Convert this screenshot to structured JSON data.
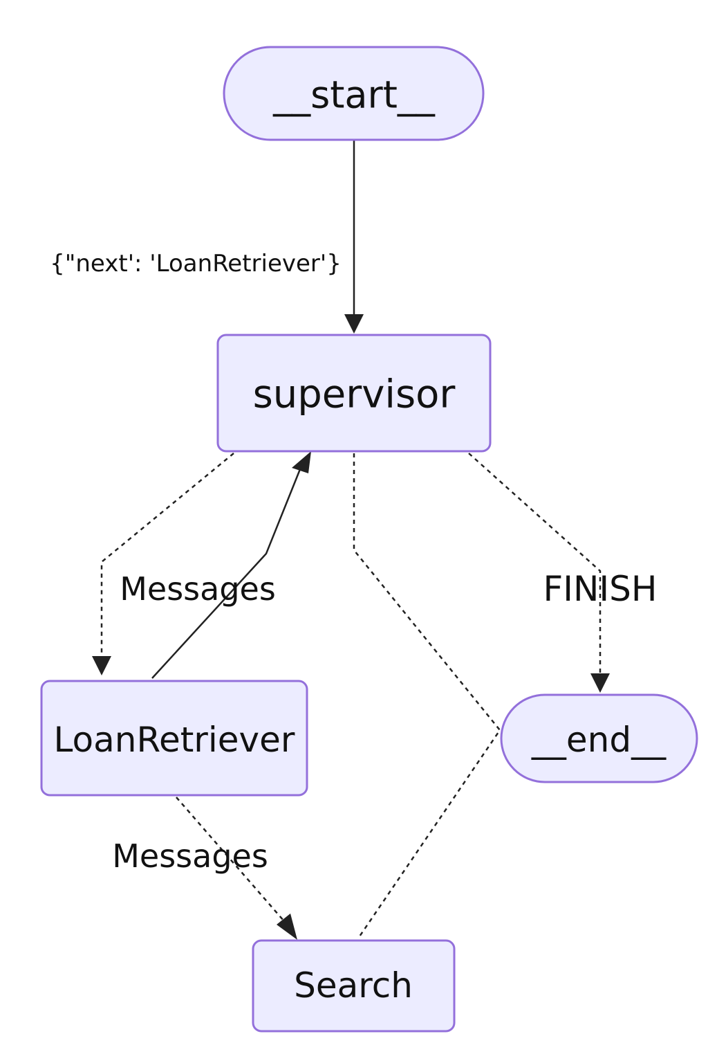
{
  "nodes": {
    "start": {
      "label": "__start__"
    },
    "supervisor": {
      "label": "supervisor"
    },
    "loan_retriever": {
      "label": "LoanRetriever"
    },
    "end": {
      "label": "__end__"
    },
    "search": {
      "label": "Search"
    }
  },
  "edges": {
    "start_to_supervisor": {
      "label": "{\"next': 'LoanRetriever'}"
    },
    "loan_retriever_to_supervisor": {
      "label": "Messages"
    },
    "supervisor_to_end": {
      "label": "FINISH"
    },
    "loan_retriever_to_search": {
      "label": "Messages"
    }
  },
  "colors": {
    "node_fill": "#ECECFF",
    "node_stroke": "#9370DB",
    "edge": "#222222",
    "text": "#111111"
  }
}
